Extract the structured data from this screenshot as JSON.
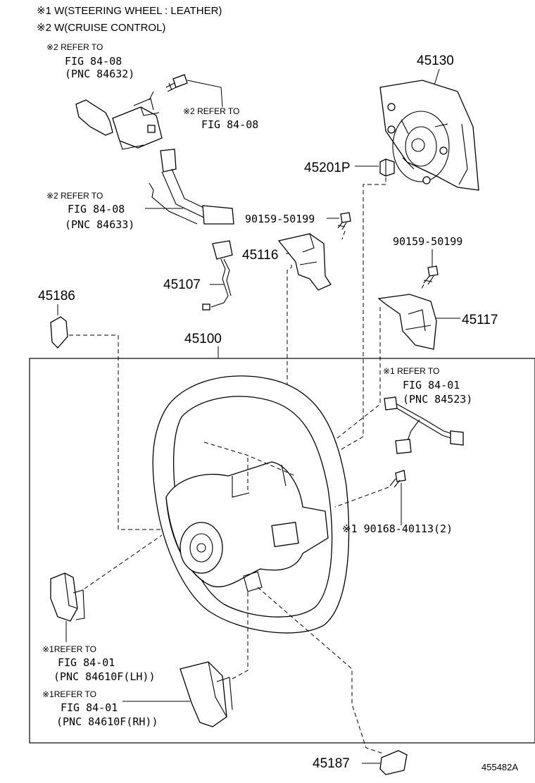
{
  "notes": [
    "※1  W(STEERING WHEEL : LEATHER)",
    "※2  W(CRUISE CONTROL)"
  ],
  "callouts": {
    "ref_84632": [
      "※2 REFER TO",
      "FIG 84-08",
      "(PNC 84632)"
    ],
    "ref_8408_screw": [
      "※2 REFER TO",
      "FIG 84-08"
    ],
    "ref_84633": [
      "※2 REFER TO",
      "FIG 84-08",
      "(PNC 84633)"
    ],
    "ref_84523": [
      "※1 REFER TO",
      "FIG 84-01",
      "(PNC 84523)"
    ],
    "ref_84610_lh": [
      "※1REFER TO",
      "FIG 84-01",
      "(PNC 84610F(LH))"
    ],
    "ref_84610_rh": [
      "※1REFER TO",
      "FIG 84-01",
      "(PNC 84610F(RH))"
    ]
  },
  "part_numbers": {
    "p45130": "45130",
    "p45201p": "45201P",
    "p90159_a": "90159-50199",
    "p45116": "45116",
    "p90159_b": "90159-50199",
    "p45107": "45107",
    "p45186": "45186",
    "p45117": "45117",
    "p45100": "45100",
    "p90168": "※1 90168-40113(2)",
    "p45187": "45187"
  },
  "illustration_id": "455482A"
}
